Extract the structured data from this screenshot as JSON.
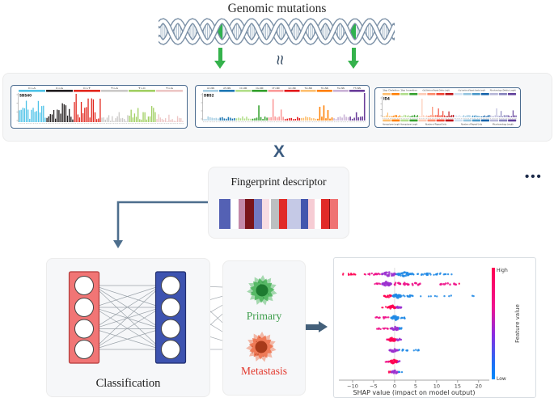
{
  "top": {
    "title": "Genomic mutations",
    "approx_symbol": "≈"
  },
  "multiply_symbol": "X",
  "signatures_strip": {
    "more_indicator": "•••",
    "sbs": {
      "label": "SBS40",
      "bars_per_group": 16,
      "groups": [
        {
          "label": "C>A",
          "color": "#4fc3e8",
          "amp": 0.9
        },
        {
          "label": "C>G",
          "color": "#231f20",
          "amp": 0.8
        },
        {
          "label": "C>T",
          "color": "#e2281e",
          "amp": 1.0
        },
        {
          "label": "T>A",
          "color": "#cbc9c8",
          "amp": 0.35
        },
        {
          "label": "T>C",
          "color": "#a1cf63",
          "amp": 0.6
        },
        {
          "label": "T>G",
          "color": "#edc6c5",
          "amp": 0.3
        }
      ]
    },
    "dbs": {
      "label": "DBS2",
      "bars_per_group": 8,
      "groups": [
        {
          "label": "AC>NN",
          "color": "#a6cee3"
        },
        {
          "label": "AT>NN",
          "color": "#1f78b4"
        },
        {
          "label": "CC>NN",
          "color": "#b2df8a"
        },
        {
          "label": "CG>NN",
          "color": "#33a02c"
        },
        {
          "label": "CT>NN",
          "color": "#fb9a99"
        },
        {
          "label": "GC>NN",
          "color": "#e31a1c"
        },
        {
          "label": "TA>NN",
          "color": "#fdbf6f"
        },
        {
          "label": "TC>NN",
          "color": "#ff7f00"
        },
        {
          "label": "TG>NN",
          "color": "#cab2d6"
        },
        {
          "label": "TT>NN",
          "color": "#6a3d9a"
        }
      ],
      "spikes": [
        {
          "g": 3,
          "i": 3,
          "h": 0.55
        },
        {
          "g": 4,
          "i": 2,
          "h": 0.78
        },
        {
          "g": 4,
          "i": 6,
          "h": 0.4
        },
        {
          "g": 7,
          "i": 1,
          "h": 0.5
        },
        {
          "g": 7,
          "i": 3,
          "h": 0.55
        },
        {
          "g": 7,
          "i": 5,
          "h": 0.38
        },
        {
          "g": 8,
          "i": 5,
          "h": 0.22
        },
        {
          "g": 9,
          "i": 3,
          "h": 0.3
        },
        {
          "g": 9,
          "i": 7,
          "h": 1.0
        }
      ]
    },
    "id": {
      "label": "ID4",
      "bars_per_block": 6,
      "sections": [
        {
          "label": "1bp Deletion",
          "bottom": "Homopolymer Length",
          "blocks": [
            "#fdbe6f",
            "#ff8002"
          ]
        },
        {
          "label": "1bp Insertion",
          "bottom": "Homopolymer Length",
          "blocks": [
            "#b0dd8b",
            "#36a12e"
          ]
        },
        {
          "label": ">1bp Deletions at Repeats (Deletion Length)",
          "bottom": "Number of Repeat Units",
          "blocks": [
            "#fdcab5",
            "#fc8a6a",
            "#f14432",
            "#bc141a"
          ]
        },
        {
          "label": ">1bp Insertions at Repeats (Insertion Length)",
          "bottom": "Number of Repeat Units",
          "blocks": [
            "#d0e1f2",
            "#94c4df",
            "#4a98c9",
            "#1764ab"
          ]
        },
        {
          "label": "Microhomology (Deletion Length)",
          "bottom": "Microhomology Length",
          "blocks": [
            "#b6b6d8",
            "#8683bd",
            "#61409b"
          ]
        }
      ],
      "spikes": [
        {
          "b": 4,
          "i": 2,
          "h": 0.88
        },
        {
          "b": 5,
          "i": 3,
          "h": 0.5
        },
        {
          "b": 6,
          "i": 1,
          "h": 0.42
        },
        {
          "b": 6,
          "i": 4,
          "h": 0.3
        },
        {
          "b": 7,
          "i": 2,
          "h": 0.28
        },
        {
          "b": 0,
          "i": 3,
          "h": 0.22
        },
        {
          "b": 12,
          "i": 4,
          "h": 0.42
        },
        {
          "b": 13,
          "i": 1,
          "h": 0.3
        },
        {
          "b": 14,
          "i": 3,
          "h": 0.33
        }
      ]
    }
  },
  "fingerprint": {
    "title": "Fingerprint descriptor",
    "bars": [
      {
        "color": "#5461b4",
        "w": 16
      },
      {
        "color": "#ffffff",
        "w": 12
      },
      {
        "color": "#c489a9",
        "w": 9
      },
      {
        "color": "#7a1419",
        "w": 12
      },
      {
        "color": "#7279c1",
        "w": 12
      },
      {
        "color": "#f8dde3",
        "w": 10
      },
      {
        "color": "#ffffff",
        "w": 3
      },
      {
        "color": "#bcbfc1",
        "w": 11
      },
      {
        "color": "#e12b28",
        "w": 11
      },
      {
        "color": "#c5c9e6",
        "w": 20
      },
      {
        "color": "#4356ae",
        "w": 11
      },
      {
        "color": "#f6ccd4",
        "w": 9
      },
      {
        "color": "#ffffff",
        "w": 9
      },
      {
        "color": "#e12b28",
        "w": 11
      },
      {
        "color": "#7a1419",
        "w": 2
      },
      {
        "color": "#ef7373",
        "w": 11
      }
    ]
  },
  "network": {
    "label": "Classification",
    "input_layer": {
      "fill": "#f17575",
      "stroke": "#b23b3b",
      "nodes": 4
    },
    "hidden_layer": {
      "fill": "#3d53b0",
      "stroke": "#1f2d6e",
      "nodes": 4
    }
  },
  "outputs": {
    "primary": {
      "label": "Primary",
      "text_color": "#3f9e4d",
      "blob_color": "#43b154",
      "core_color": "#1d7a30"
    },
    "metastasis": {
      "label": "Metastasis",
      "text_color": "#e2382d",
      "blob_color": "#ee6a43",
      "core_color": "#a83a1a"
    }
  },
  "chart_data": {
    "type": "scatter",
    "subtype": "shap-beeswarm",
    "xlabel": "SHAP value (impact on model output)",
    "xticks": [
      -10,
      -5,
      0,
      5,
      10,
      15,
      20
    ],
    "xlim": [
      -12.5,
      21
    ],
    "grid": false,
    "colorbar": {
      "high_label": "High",
      "low_label": "Low",
      "label": "Feature value",
      "top_color": "#ff0051",
      "bottom_color": "#008bfb"
    },
    "palette": {
      "red": "#ff0051",
      "magenta": "#ef0f88",
      "purple": "#9b30cf",
      "blue": "#1e88e5"
    },
    "rows": [
      {
        "y": 20,
        "clusters": [
          {
            "x0": -12.3,
            "x1": -7,
            "n": 14,
            "c": "red",
            "jy": 1.0,
            "r": 1.1
          },
          {
            "x0": -7,
            "x1": -3.5,
            "n": 16,
            "c": "magenta",
            "jy": 1.3,
            "r": 1.2
          },
          {
            "x0": -3.2,
            "x1": 0.4,
            "n": 26,
            "c": "purple",
            "jy": 2.6,
            "r": 1.3,
            "blob": true
          },
          {
            "x0": 0.5,
            "x1": 4,
            "n": 30,
            "c": "blue",
            "jy": 2.8,
            "r": 1.3,
            "blob": true
          },
          {
            "x0": 4,
            "x1": 11,
            "n": 26,
            "c": "blue",
            "jy": 1.2,
            "r": 1.2
          },
          {
            "x0": 11.5,
            "x1": 15.5,
            "n": 5,
            "c": "blue",
            "jy": 0.6,
            "r": 1.2
          }
        ]
      },
      {
        "y": 32,
        "clusters": [
          {
            "x0": -4.8,
            "x1": -3,
            "n": 8,
            "c": "magenta",
            "jy": 0.8,
            "r": 1.1
          },
          {
            "x0": -3,
            "x1": -0.8,
            "n": 26,
            "c": "purple",
            "jy": 2.8,
            "r": 1.4,
            "blob": true
          },
          {
            "x0": -0.5,
            "x1": 6.5,
            "n": 26,
            "c": "magenta",
            "jy": 1.4,
            "r": 1.3
          },
          {
            "x0": 9,
            "x1": 15,
            "n": 12,
            "c": "magenta",
            "jy": 0.8,
            "r": 1.3
          },
          {
            "x0": 15.2,
            "x1": 15.6,
            "n": 1,
            "c": "red",
            "jy": 0.3,
            "r": 1.2
          }
        ]
      },
      {
        "y": 47,
        "clusters": [
          {
            "x0": -2.6,
            "x1": -0.6,
            "n": 16,
            "c": "red",
            "jy": 1.6,
            "r": 1.2,
            "blob": true
          },
          {
            "x0": -0.4,
            "x1": 1.6,
            "n": 24,
            "c": "blue",
            "jy": 2.6,
            "r": 1.4,
            "blob": true
          },
          {
            "x0": 1.6,
            "x1": 4.6,
            "n": 12,
            "c": "blue",
            "jy": 1.0,
            "r": 1.2
          },
          {
            "x0": 5.5,
            "x1": 13.5,
            "n": 8,
            "c": "blue",
            "jy": 0.5,
            "r": 1.2
          },
          {
            "x0": 18.5,
            "x1": 19.3,
            "n": 2,
            "c": "blue",
            "jy": 0.4,
            "r": 1.2
          }
        ]
      },
      {
        "y": 61,
        "clusters": [
          {
            "x0": -3.2,
            "x1": -1.6,
            "n": 6,
            "c": "red",
            "jy": 0.7,
            "r": 1.1
          },
          {
            "x0": -1.5,
            "x1": 0.4,
            "n": 24,
            "c": "red",
            "jy": 2.4,
            "r": 1.4,
            "blob": true
          },
          {
            "x0": 0.4,
            "x1": 1.6,
            "n": 10,
            "c": "purple",
            "jy": 1.6,
            "r": 1.3,
            "blob": true
          }
        ]
      },
      {
        "y": 74,
        "clusters": [
          {
            "x0": -4.6,
            "x1": -1.2,
            "n": 13,
            "c": "magenta",
            "jy": 0.9,
            "r": 1.2
          },
          {
            "x0": -0.8,
            "x1": 1,
            "n": 24,
            "c": "blue",
            "jy": 2.6,
            "r": 1.4,
            "blob": true
          },
          {
            "x0": 1,
            "x1": 2.6,
            "n": 7,
            "c": "blue",
            "jy": 0.9,
            "r": 1.2
          }
        ]
      },
      {
        "y": 87,
        "clusters": [
          {
            "x0": -4.2,
            "x1": -1,
            "n": 12,
            "c": "magenta",
            "jy": 1.0,
            "r": 1.2
          },
          {
            "x0": -0.8,
            "x1": 1.2,
            "n": 20,
            "c": "purple",
            "jy": 2.3,
            "r": 1.4,
            "blob": true
          },
          {
            "x0": 1.2,
            "x1": 2.2,
            "n": 5,
            "c": "blue",
            "jy": 0.8,
            "r": 1.2
          }
        ]
      },
      {
        "y": 101,
        "clusters": [
          {
            "x0": -2.2,
            "x1": -1.4,
            "n": 5,
            "c": "magenta",
            "jy": 0.7,
            "r": 1.1
          },
          {
            "x0": -1.4,
            "x1": 0.4,
            "n": 24,
            "c": "red",
            "jy": 2.5,
            "r": 1.4,
            "blob": true
          },
          {
            "x0": 0.4,
            "x1": 1.6,
            "n": 8,
            "c": "purple",
            "jy": 1.4,
            "r": 1.2,
            "blob": true
          }
        ]
      },
      {
        "y": 114,
        "clusters": [
          {
            "x0": -1.2,
            "x1": 0.8,
            "n": 20,
            "c": "purple",
            "jy": 2.2,
            "r": 1.3,
            "blob": true
          },
          {
            "x0": 1,
            "x1": 4,
            "n": 10,
            "c": "blue",
            "jy": 0.8,
            "r": 1.2
          },
          {
            "x0": 4.2,
            "x1": 5.8,
            "n": 5,
            "c": "blue",
            "jy": 0.5,
            "r": 1.2
          }
        ]
      },
      {
        "y": 128,
        "clusters": [
          {
            "x0": -2.4,
            "x1": -1.1,
            "n": 6,
            "c": "magenta",
            "jy": 0.8,
            "r": 1.1
          },
          {
            "x0": -1.1,
            "x1": 0.7,
            "n": 26,
            "c": "red",
            "jy": 2.8,
            "r": 1.4,
            "blob": true
          },
          {
            "x0": 0.7,
            "x1": 1.4,
            "n": 4,
            "c": "purple",
            "jy": 1.0,
            "r": 1.2
          }
        ]
      },
      {
        "y": 141,
        "clusters": [
          {
            "x0": -1.6,
            "x1": -0.8,
            "n": 5,
            "c": "red",
            "jy": 0.8,
            "r": 1.1
          },
          {
            "x0": -0.8,
            "x1": 0.8,
            "n": 18,
            "c": "purple",
            "jy": 2.2,
            "r": 1.3,
            "blob": true
          },
          {
            "x0": 0.8,
            "x1": 1.8,
            "n": 4,
            "c": "blue",
            "jy": 0.7,
            "r": 1.2
          }
        ]
      }
    ]
  }
}
